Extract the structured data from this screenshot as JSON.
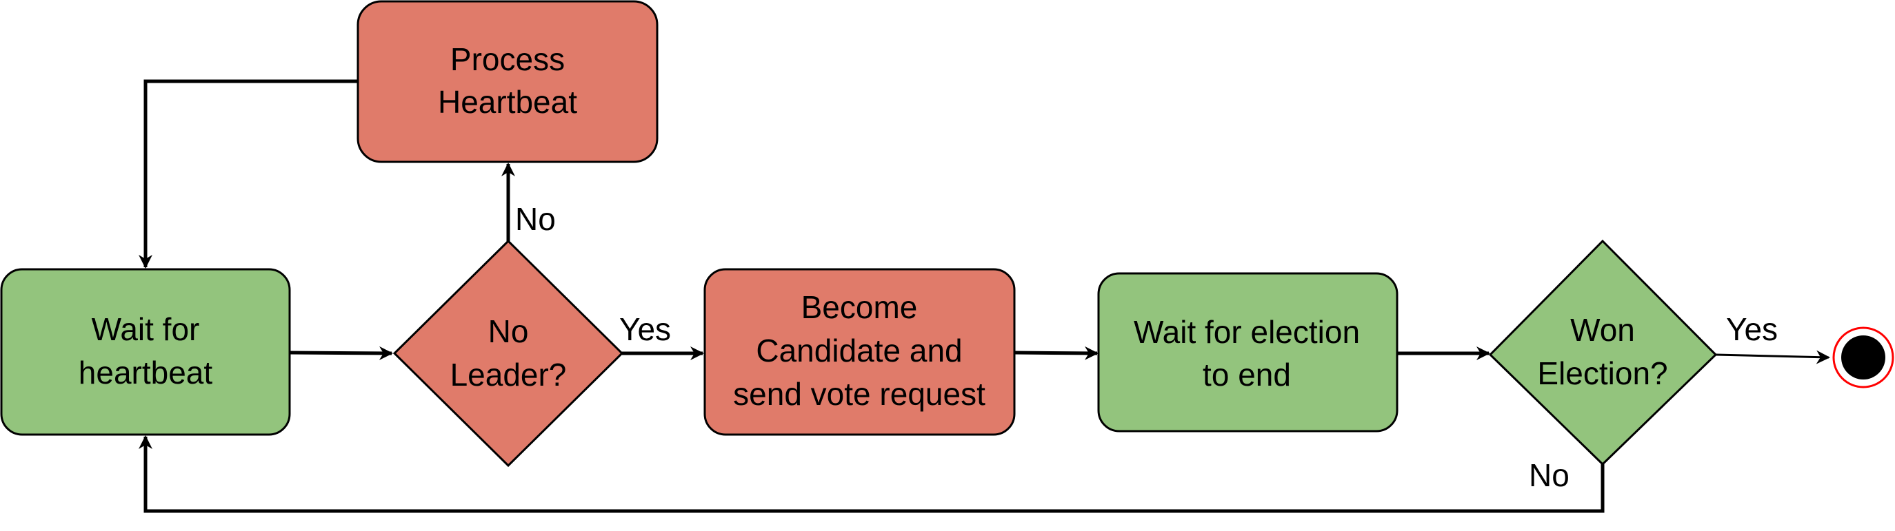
{
  "colors": {
    "green_fill": "#93c47d",
    "red_fill": "#e07b6a",
    "stroke": "#000000",
    "end_ring": "#ff0000",
    "end_dot": "#000000"
  },
  "nodes": {
    "wait_heartbeat": {
      "lines": [
        "Wait for",
        "heartbeat"
      ]
    },
    "no_leader": {
      "lines": [
        "No",
        "Leader?"
      ]
    },
    "process_heartbeat": {
      "lines": [
        "Process",
        "Heartbeat"
      ]
    },
    "become_candidate": {
      "lines": [
        "Become",
        "Candidate and",
        "send vote request"
      ]
    },
    "wait_election": {
      "lines": [
        "Wait for election",
        "to end"
      ]
    },
    "won_election": {
      "lines": [
        "Won",
        "Election?"
      ]
    }
  },
  "edges": {
    "no_leader_no": "No",
    "no_leader_yes": "Yes",
    "won_election_yes": "Yes",
    "won_election_no": "No"
  }
}
